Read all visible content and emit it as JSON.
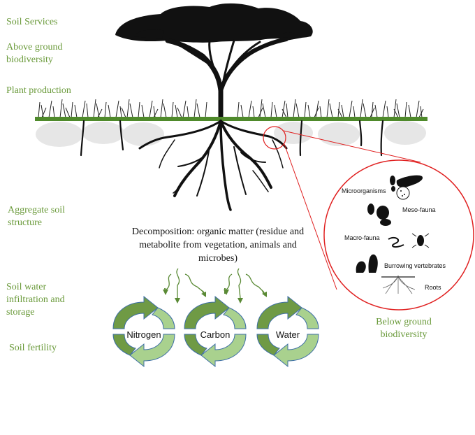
{
  "services_labels": {
    "soil_services": "Soil Services",
    "above_ground": "Above ground biodiversity",
    "plant_production": "Plant production",
    "aggregate": "Aggregate soil structure",
    "water_infiltration": "Soil water infiltration and storage",
    "fertility": "Soil fertility"
  },
  "decomposition_caption": "Decomposition: organic matter (residue and metabolite from vegetation, animals and microbes)",
  "cycles": [
    "Nitrogen",
    "Carbon",
    "Water"
  ],
  "biodiversity_inset": {
    "items": [
      "Microorganisms",
      "Meso-fauna",
      "Macro-fauna",
      "Burrowing vertebrates",
      "Roots"
    ]
  },
  "below_ground_label": "Below ground biodiversity",
  "colors": {
    "label_green": "#6a9a3a",
    "ground_green": "#4f8a2b",
    "cycle_dark": "#6f9a45",
    "cycle_light": "#a9d18e",
    "cycle_stroke": "#3e6fa6",
    "inset_ring": "#e02020",
    "silhouette": "#111111"
  }
}
